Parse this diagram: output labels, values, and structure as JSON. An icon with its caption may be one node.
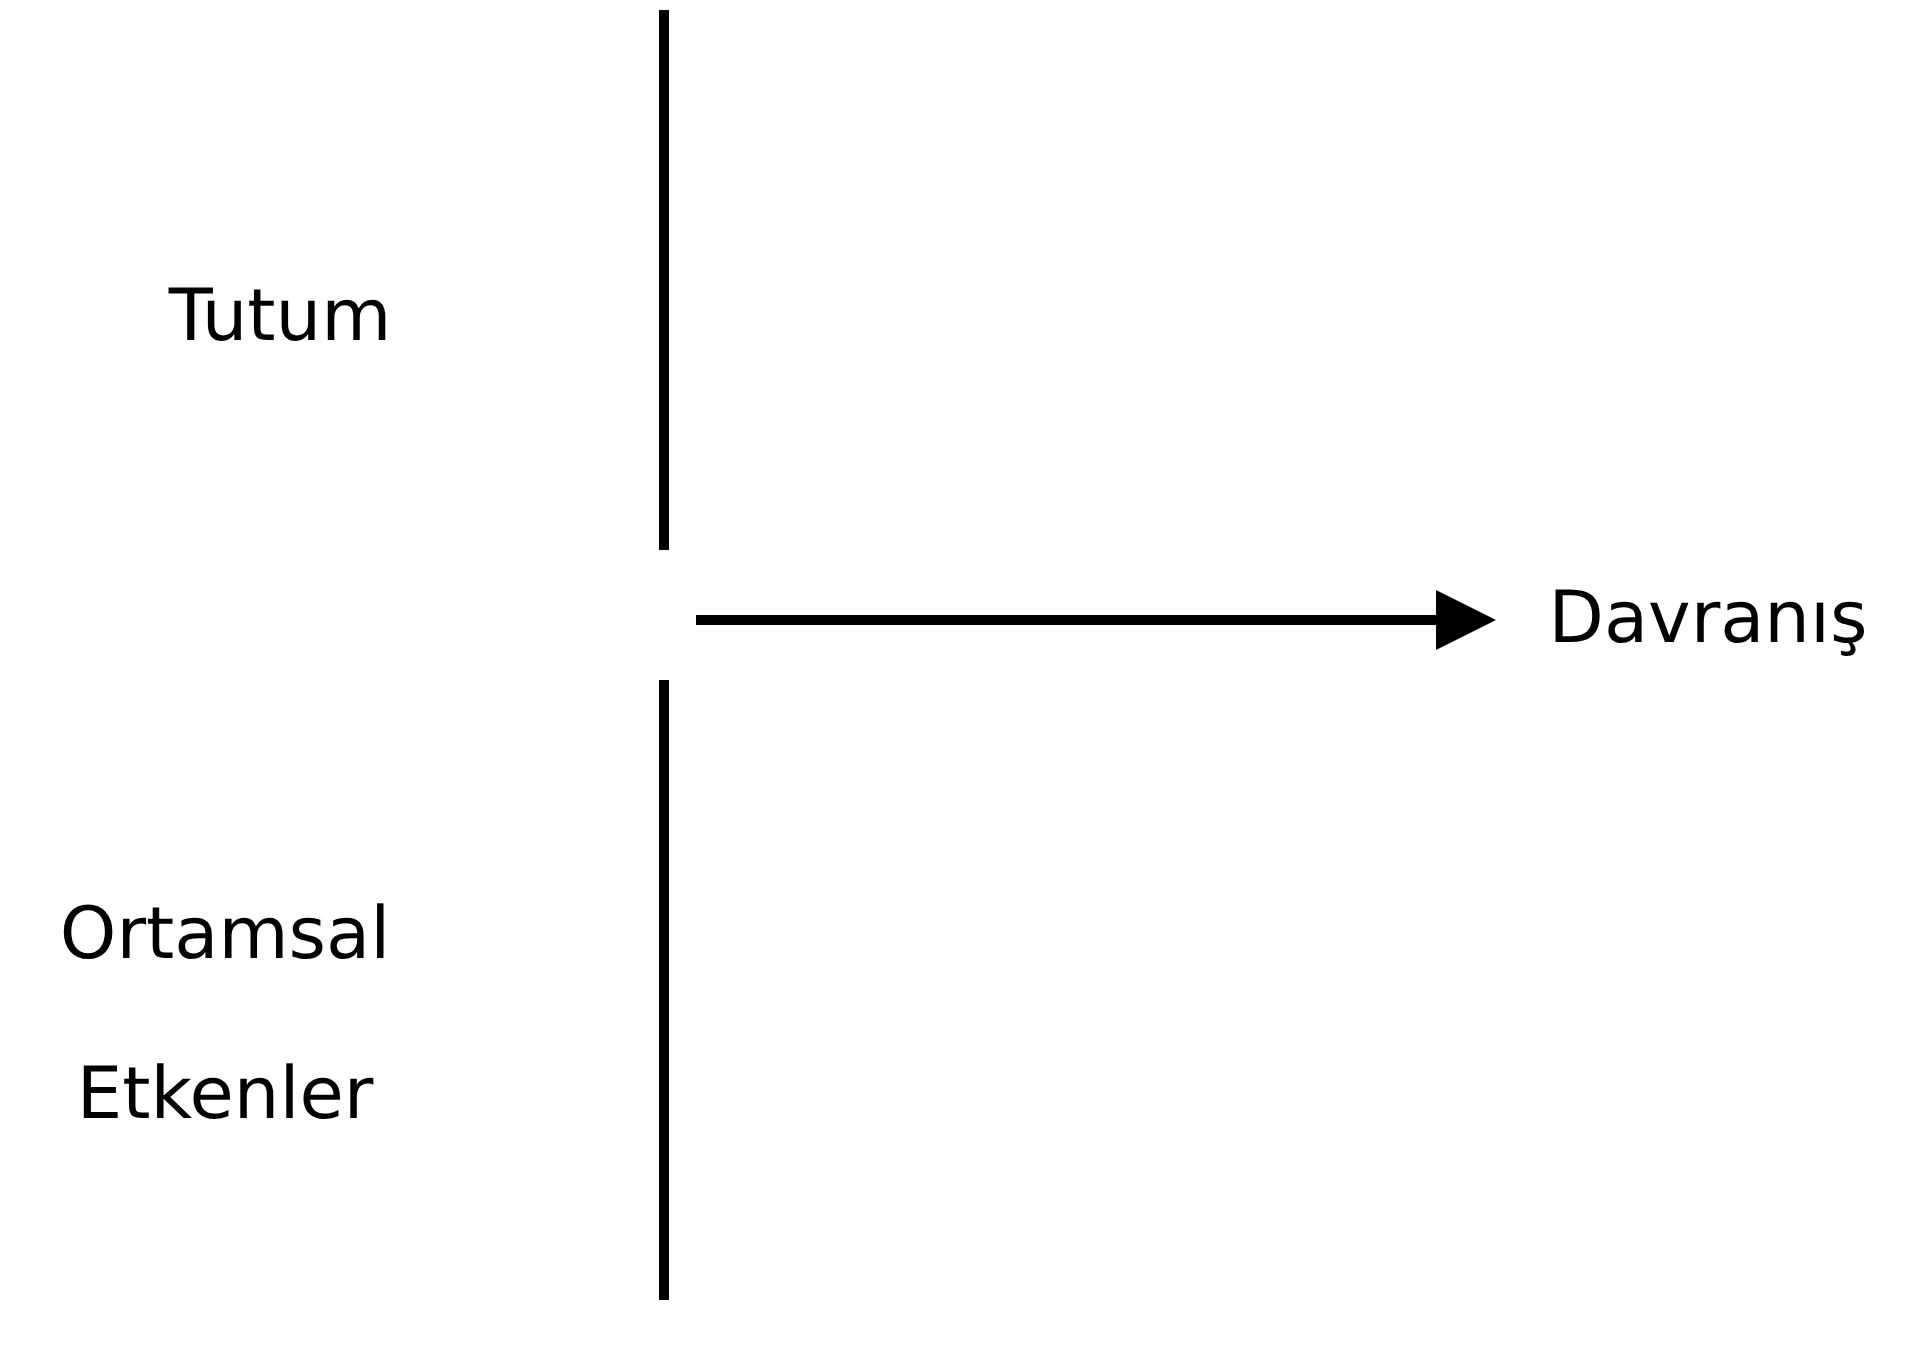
{
  "diagram": {
    "nodes": [
      {
        "text": [
          "Tutum"
        ]
      },
      {
        "text": [
          "Ortamsal Etkenler"
        ]
      },
      {
        "text": [
          "Davranış"
        ]
      }
    ],
    "edges": [
      {
        "from": null,
        "to": 2,
        "arrow": "to"
      }
    ]
  }
}
